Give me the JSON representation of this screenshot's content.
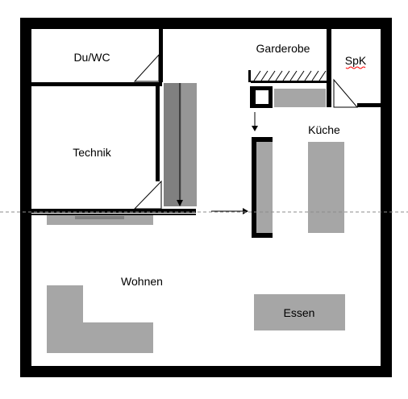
{
  "rooms": {
    "du_wc": "Du/WC",
    "garderobe": "Garderobe",
    "spk": "SpK",
    "technik": "Technik",
    "kueche": "Küche",
    "wohnen": "Wohnen",
    "essen": "Essen"
  },
  "colors": {
    "wall": "#000000",
    "furniture": "#a6a6a6",
    "sliding_door": "#808080",
    "background": "#ffffff",
    "spellcheck_underline": "#ff0000"
  }
}
